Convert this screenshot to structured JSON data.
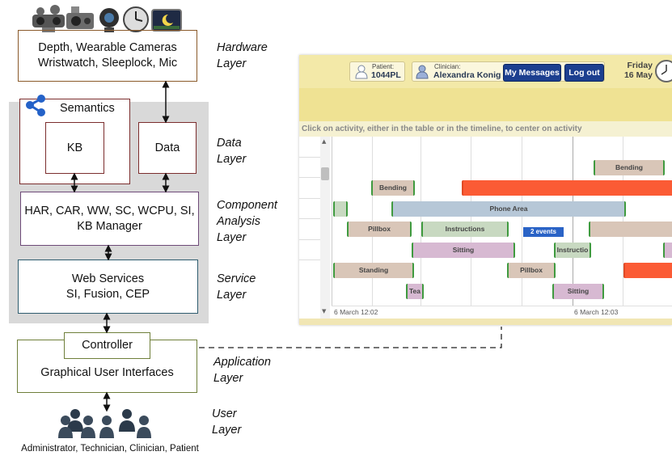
{
  "hardware_box": {
    "line1": "Depth, Wearable Cameras",
    "line2": "Wristwatch, Sleeplock, Mic"
  },
  "semantics_box": {
    "label": "Semantics"
  },
  "kb_box": {
    "label": "KB"
  },
  "data_box": {
    "label": "Data"
  },
  "component_box": {
    "line1": "HAR, CAR, WW, SC, WCPU, SI,",
    "line2": "KB Manager"
  },
  "service_box": {
    "line1": "Web Services",
    "line2": "SI, Fusion, CEP"
  },
  "controller_box": {
    "label": "Controller"
  },
  "gui_box": {
    "label": "Graphical User Interfaces"
  },
  "users_caption": "Administrator, Technician, Clinician, Patient",
  "layers": {
    "hardware": [
      "Hardware",
      "Layer"
    ],
    "data": [
      "Data",
      "Layer"
    ],
    "component": [
      "Component",
      "Analysis",
      "Layer"
    ],
    "service": [
      "Service",
      "Layer"
    ],
    "application": [
      "Application",
      "Layer"
    ],
    "user": [
      "User",
      "Layer"
    ]
  },
  "screenshot": {
    "patient_label": "Patient:",
    "patient_id": "1044PL",
    "clinician_label": "Clinician:",
    "clinician_name": "Alexandra Konig",
    "my_messages": "My Messages",
    "log_out": "Log out",
    "day": "Friday",
    "date": "16 May",
    "instruction": "Click on activity, either in the table or in the timeline, to center on activity",
    "time_left": "6 March 12:02",
    "time_right": "6 March 12:03",
    "events": [
      "Bending",
      "Bending",
      "",
      "Phone Area",
      "",
      "Pillbox",
      "Instructions",
      "2 events",
      "Sitting",
      "Instructio",
      "Standing",
      "Pillbox",
      "Tea",
      "Sitting"
    ]
  },
  "colors": {
    "accent_button": "#1c3f8f",
    "header_bg": "#f3e9a8",
    "event_red": "#fb5b35",
    "event_blue": "#b6c7d7",
    "event_pink": "#d7b9d2",
    "event_tan": "#d9c6b8",
    "box_border_maroon": "#7b2d2d",
    "box_border_teal": "#2e5c6e"
  },
  "icons": [
    "depth-camera-icon",
    "wearable-camera-icon",
    "webcam-icon",
    "wristwatch-icon",
    "sleeplock-icon",
    "semantic-network-icon",
    "user-group-icon",
    "clock-icon",
    "patient-avatar-icon",
    "clinician-avatar-icon"
  ]
}
